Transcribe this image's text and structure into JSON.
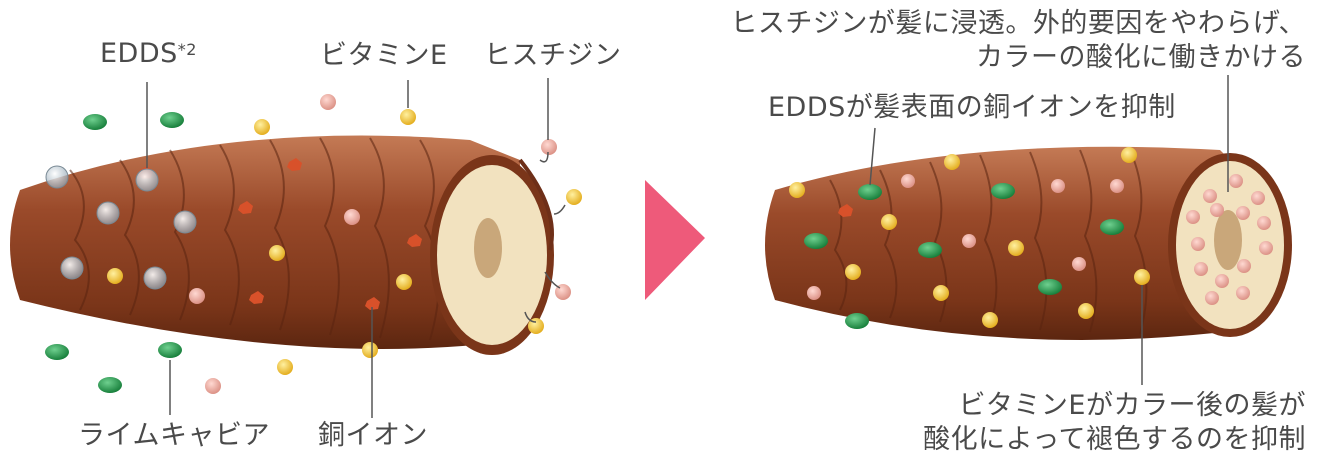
{
  "left": {
    "labels": {
      "edds": "EDDS",
      "edds_note": "*2",
      "vitamin_e": "ビタミンE",
      "histidine": "ヒスチジン",
      "lime_caviar": "ライムキャビア",
      "copper_ion": "銅イオン"
    }
  },
  "right": {
    "labels": {
      "histidine_line1": "ヒスチジンが髪に浸透。外的要因をやわらげ、",
      "histidine_line2": "カラーの酸化に働きかける",
      "edds_suppress": "EDDSが髪表面の銅イオンを抑制",
      "vitamin_line1": "ビタミンEがカラー後の髪が",
      "vitamin_line2": "酸化によって褪色するのを抑制"
    }
  },
  "colors": {
    "arrow": "#ee5a7a",
    "hair": "#9a4a2a",
    "hair_dark": "#6e2f18",
    "core": "#f2e2bf",
    "green": "#1f9a4a",
    "yellow": "#f4c430",
    "pink": "#eeb0a6",
    "copper": "#d8512a",
    "line": "#555555"
  }
}
